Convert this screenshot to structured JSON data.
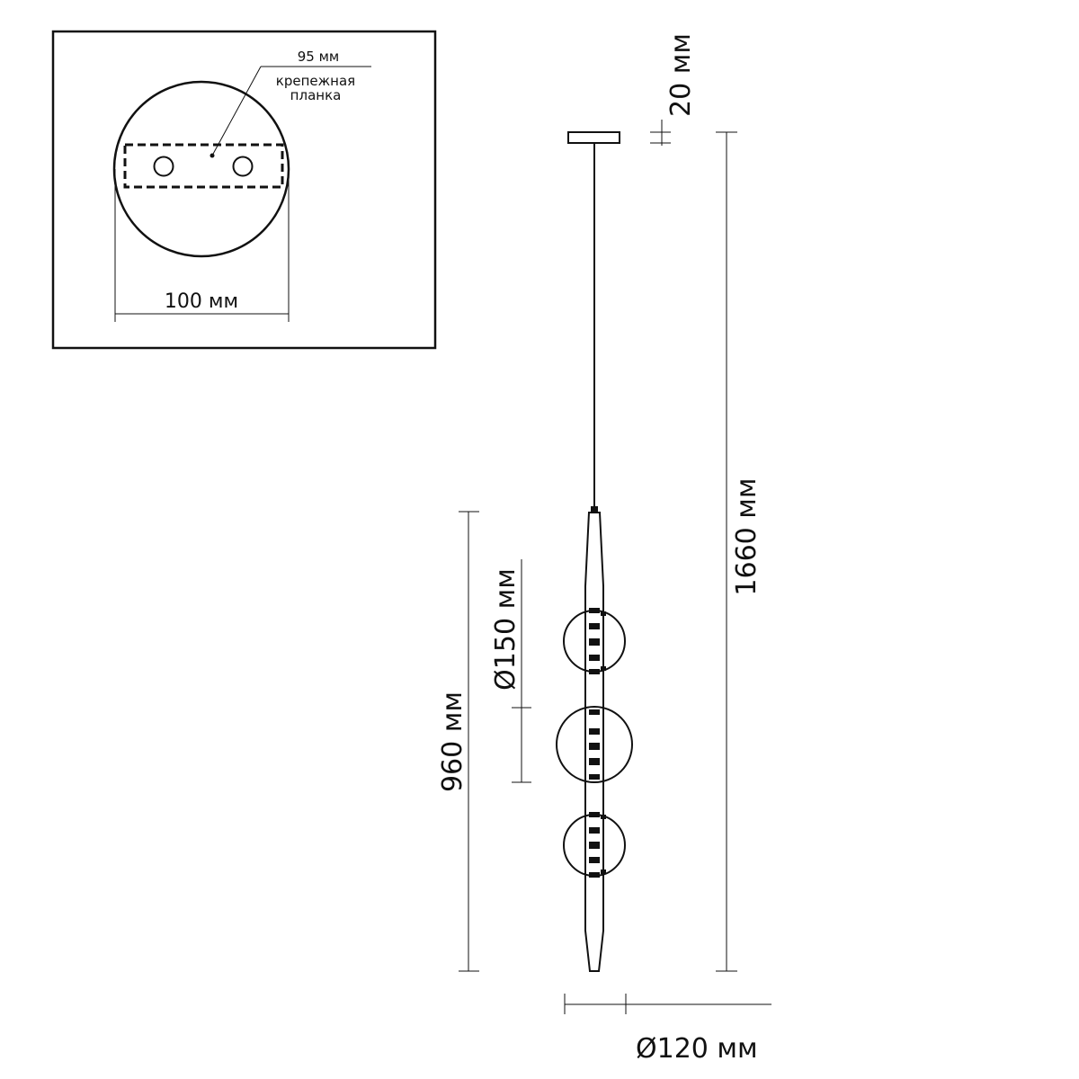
{
  "inset": {
    "width_label": "95 мм",
    "plate_label_line1": "крепежная",
    "plate_label_line2": "планка",
    "diameter_label": "100 мм"
  },
  "dimensions": {
    "canopy_height": "20 мм",
    "total_height": "1660 мм",
    "body_height": "960 мм",
    "sphere_diameter": "Ø150 мм",
    "body_diameter": "Ø120 мм"
  },
  "colors": {
    "line": "#111111",
    "background": "#ffffff"
  }
}
